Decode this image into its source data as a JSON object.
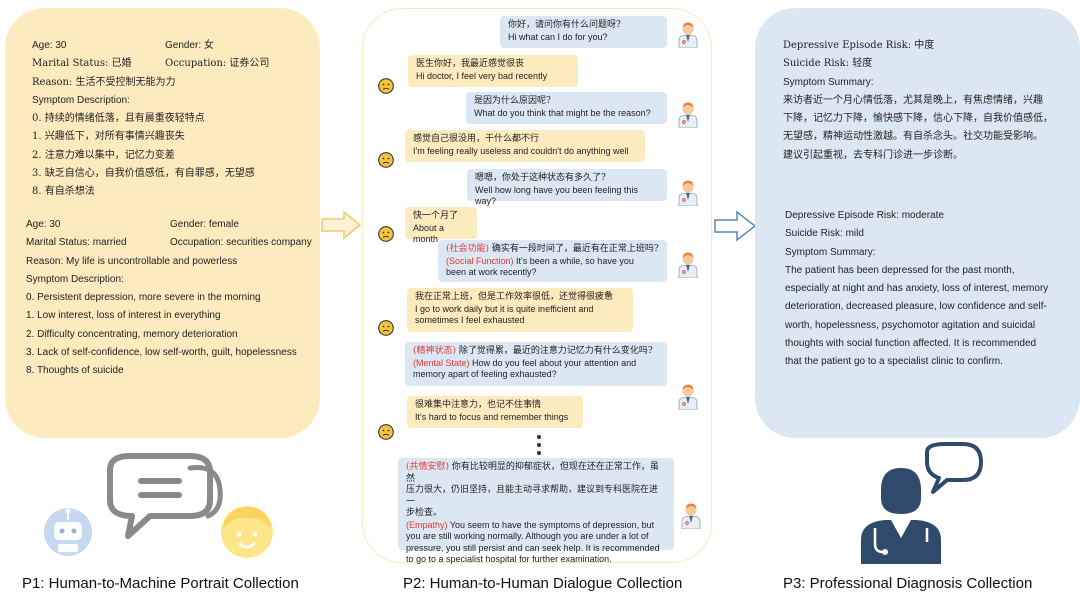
{
  "p1": {
    "zh": {
      "age": "Age: 30",
      "gender": "Gender: 女",
      "marital": "Marital Status: 已婚",
      "occupation": "Occupation: 证券公司",
      "reason": "Reason: 生活不受控制无能为力",
      "symptom_title": "Symptom Description:",
      "symptoms": [
        "0. 持续的情绪低落，且有晨重夜轻特点",
        "1. 兴趣低下，对所有事情兴趣丧失",
        "2. 注意力难以集中，记忆力变差",
        "3. 缺乏自信心，自我价值感低，有自罪感，无望感",
        "8. 有自杀想法"
      ]
    },
    "en": {
      "age": "Age: 30",
      "gender": "Gender: female",
      "marital": "Marital Status: married",
      "occupation": "Occupation: securities company",
      "reason": "Reason: My life is uncontrollable and powerless",
      "symptom_title": "Symptom Description:",
      "symptoms": [
        "0. Persistent depression, more severe in the morning",
        "1. Low interest, loss of interest in everything",
        "2. Difficulty concentrating, memory deterioration",
        "3. Lack of self-confidence, low self-worth, guilt, hopelessness",
        "8. Thoughts of suicide"
      ]
    }
  },
  "dialogue": [
    {
      "role": "doctor",
      "zh": "你好，请问你有什么问题呀?",
      "en": "Hi what can I do for you?"
    },
    {
      "role": "patient",
      "zh": "医生你好，我最近感觉很丧",
      "en": "Hi doctor, I feel very bad recently"
    },
    {
      "role": "doctor",
      "zh": "是因为什么原因呢?",
      "en": "What do you think that might be the reason?"
    },
    {
      "role": "patient",
      "zh": "感觉自己很没用，干什么都不行",
      "en": "I'm feeling really useless and couldn't do anything well"
    },
    {
      "role": "doctor",
      "zh": "嗯嗯，你处于这种状态有多久了?",
      "en": "Well how long have you been feeling this way?"
    },
    {
      "role": "patient",
      "zh": "快一个月了",
      "en": "About a month"
    },
    {
      "role": "doctor",
      "tag_zh": "(社会功能)",
      "zh": "确实有一段时间了，最近有在正常上班吗?",
      "tag_en": "(Social Function)",
      "en": "It's been a while, so have you",
      "en2": "been at work recently?"
    },
    {
      "role": "patient",
      "zh": "我在正常上班，但是工作效率很低，还觉得很疲惫",
      "en": "I go to work daily but it is quite inefficient and",
      "en2": "sometimes I feel exhausted"
    },
    {
      "role": "doctor",
      "tag_zh": "(精神状态)",
      "zh": "除了觉得累，最近的注意力记忆力有什么变化吗?",
      "tag_en": "(Mental State)",
      "en": "How do you feel about your attention and",
      "en2": "memory apart of feeling exhausted?"
    },
    {
      "role": "patient",
      "zh": "很难集中注意力，也记不住事情",
      "en": "It's hard to focus and remember things"
    },
    {
      "role": "doctor",
      "tag_zh": "(共情安慰)",
      "zh_lines": [
        "你有比较明显的抑郁症状，但现在还在正常工作，虽然",
        "压力很大，仍旧坚持，且能主动寻求帮助，建议到专科医院在进一",
        "步检查。"
      ],
      "tag_en": "(Empathy)",
      "en_lines": [
        "You seem to have the symptoms of depression, but",
        "you are still working normally. Although you are under a lot of",
        "pressure, you still persist and can seek help. It is recommended",
        "to go to a specialist hospital for further examination."
      ]
    }
  ],
  "p3": {
    "zh": {
      "risk": "Depressive Episode Risk: 中度",
      "suicide": "Suicide Risk: 轻度",
      "summary_title": "Symptom Summary:",
      "summary_lines": [
        "来访者近一个月心情低落，尤其是晚上，有焦虑情绪，兴趣",
        "下降，记忆力下降，愉快感下降，信心下降，自我价值感低，",
        "无望感，精神运动性激越。有自杀念头。社交功能受影响。",
        "建议引起重视，去专科门诊进一步诊断。"
      ]
    },
    "en": {
      "risk": "Depressive Episode Risk: moderate",
      "suicide": "Suicide Risk: mild",
      "summary_title": "Symptom Summary:",
      "summary_lines": [
        "The patient has been depressed for the past month,",
        "especially at night and has anxiety, loss of interest, memory",
        "deterioration, decreased pleasure, low confidence and self-",
        "worth, hopelessness, psychomotor agitation and suicidal",
        "thoughts with social function affected. It is recommended",
        "that the patient  go to a specialist clinic to confirm."
      ]
    }
  },
  "captions": {
    "p1": "P1: Human-to-Machine Portrait Collection",
    "p2": "P2: Human-to-Human Dialogue Collection",
    "p3": "P3: Professional Diagnosis Collection"
  },
  "colors": {
    "p1_panel": "#fdebc0",
    "p3_panel": "#dce7f4",
    "doctor_bubble": "#dce7f4",
    "patient_bubble": "#fdebc0",
    "tag_red": "#e53935",
    "speech_gray": "#8a8a8a",
    "robot_blue": "#c6d9f1",
    "person_yellow": "#fde58a",
    "doctor_navy": "#2f4a6b"
  }
}
